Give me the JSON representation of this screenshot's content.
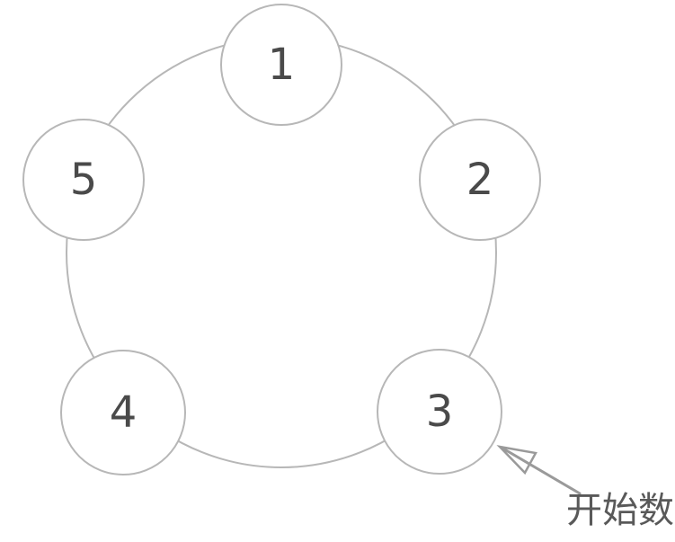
{
  "diagram": {
    "type": "counting-circle",
    "nodes": [
      {
        "id": 1,
        "label": "1",
        "position": "top"
      },
      {
        "id": 2,
        "label": "2",
        "position": "upper-right"
      },
      {
        "id": 3,
        "label": "3",
        "position": "lower-right"
      },
      {
        "id": 4,
        "label": "4",
        "position": "lower-left"
      },
      {
        "id": 5,
        "label": "5",
        "position": "upper-left"
      }
    ],
    "annotation": {
      "text": "开始数",
      "points_to_node": "3"
    },
    "colors": {
      "background": "#ffffff",
      "circle_border": "#b7b7b7",
      "number_text": "#4a4a4a",
      "arrow": "#9a9a9a",
      "label_text": "#595959"
    }
  }
}
